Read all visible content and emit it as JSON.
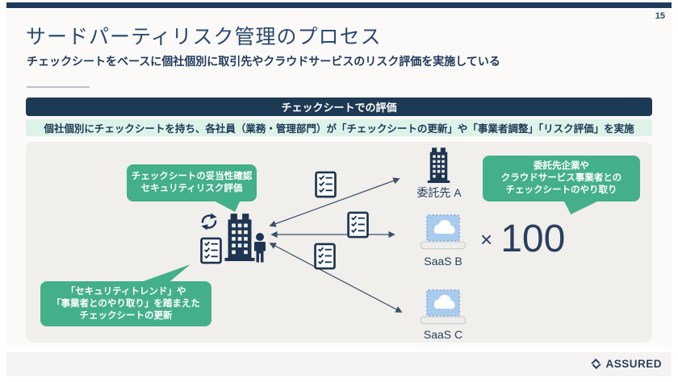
{
  "page_number": "15",
  "header": {
    "title": "サードパーティリスク管理のプロセス",
    "subtitle": "チェックシートをベースに個社個別に取引先やクラウドサービスのリスク評価を実施している"
  },
  "banners": {
    "primary": "チェックシートでの評価",
    "secondary": "個社個別にチェックシートを持ち、各社員（業務・管理部門）が「チェックシートの更新」や「事業者調整」「リスク評価」を実施"
  },
  "diagram": {
    "bubbles": {
      "top": {
        "lines": [
          "チェックシートの妥当性確認",
          "セキュリティリスク評価"
        ]
      },
      "right": {
        "lines": [
          "委託先企業や",
          "クラウドサービス事業者との",
          "チェックシートのやり取り"
        ]
      },
      "bottom": {
        "lines": [
          "「セキュリティトレンド」や",
          "「事業者とのやり取り」を踏まえた",
          "チェックシートの更新"
        ]
      }
    },
    "nodes": {
      "partner_a": "委託先 A",
      "saas_b": "SaaS B",
      "saas_c": "SaaS C"
    },
    "multiplier": {
      "symbol": "×",
      "value": "100"
    }
  },
  "footer": {
    "brand": "ASSURED"
  },
  "colors": {
    "navy": "#1E3954",
    "green": "#44B08A",
    "mint": "#DDF2E9",
    "panel_gray": "#F0EFEC",
    "laptop_blue": "#A9CBEE"
  }
}
